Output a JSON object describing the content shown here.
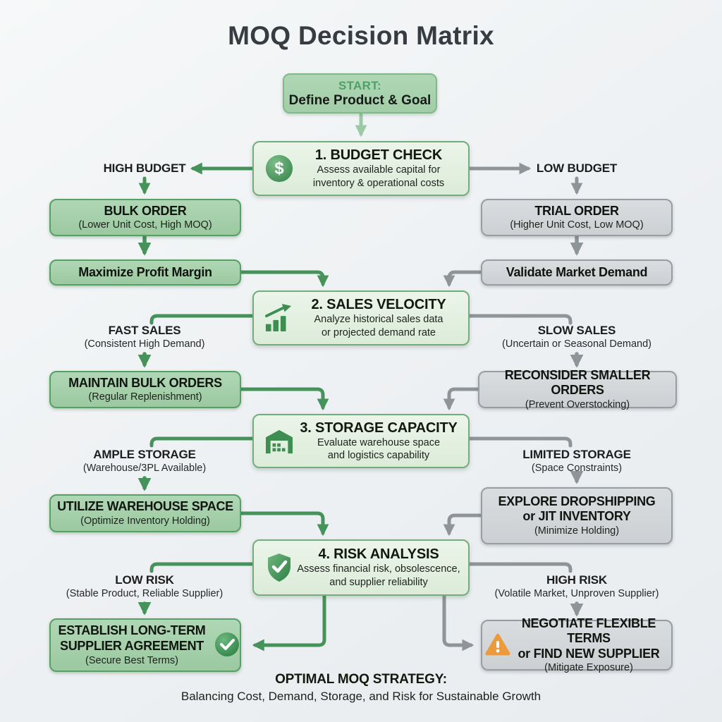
{
  "title": "MOQ Decision Matrix",
  "colors": {
    "green_accent": "#45935a",
    "green_light_fill": "#e4f1e2",
    "green_solid_fill": "#a6d1ab",
    "gray_accent": "#8f9498",
    "gray_fill": "#d3d6d9",
    "warning_orange": "#eb9a3d",
    "title_text": "#373c42"
  },
  "icons": {
    "budget_step": "dollar-circle-icon",
    "sales_step": "growth-chart-icon",
    "storage_step": "warehouse-icon",
    "risk_step": "shield-check-icon",
    "success_outcome": "check-circle-icon",
    "caution_outcome": "warning-triangle-icon"
  },
  "start_box": {
    "label": "START:",
    "text": "Define Product & Goal"
  },
  "budget": {
    "step": {
      "title": "1. BUDGET CHECK",
      "line1": "Assess available capital for",
      "line2": "inventory & operational costs"
    },
    "left": {
      "label": "HIGH BUDGET",
      "box": {
        "title": "BULK ORDER",
        "sub": "(Lower Unit Cost, High MOQ)"
      },
      "outcome": "Maximize Profit Margin"
    },
    "right": {
      "label": "LOW BUDGET",
      "box": {
        "title": "TRIAL ORDER",
        "sub": "(Higher Unit Cost, Low MOQ)"
      },
      "outcome": "Validate Market Demand"
    }
  },
  "sales": {
    "step": {
      "title": "2. SALES VELOCITY",
      "line1": "Analyze historical sales data",
      "line2": "or projected demand rate"
    },
    "left": {
      "label": "FAST SALES",
      "sub": "(Consistent High Demand)",
      "box": {
        "title": "MAINTAIN BULK ORDERS",
        "sub": "(Regular Replenishment)"
      }
    },
    "right": {
      "label": "SLOW SALES",
      "sub": "(Uncertain or Seasonal Demand)",
      "box": {
        "title": "RECONSIDER SMALLER ORDERS",
        "sub": "(Prevent Overstocking)"
      }
    }
  },
  "storage": {
    "step": {
      "title": "3. STORAGE CAPACITY",
      "line1": "Evaluate warehouse space",
      "line2": "and logistics capability"
    },
    "left": {
      "label": "AMPLE STORAGE",
      "sub": "(Warehouse/3PL Available)",
      "box": {
        "title": "UTILIZE WAREHOUSE SPACE",
        "sub": "(Optimize Inventory Holding)"
      }
    },
    "right": {
      "label": "LIMITED STORAGE",
      "sub": "(Space Constraints)",
      "box": {
        "line1": "EXPLORE DROPSHIPPING",
        "line2": "or JIT INVENTORY",
        "sub": "(Minimize Holding)"
      }
    }
  },
  "risk": {
    "step": {
      "title": "4. RISK ANALYSIS",
      "line1": "Assess financial risk, obsolescence,",
      "line2": "and supplier reliability"
    },
    "left": {
      "label": "LOW RISK",
      "sub": "(Stable Product, Reliable Supplier)",
      "box": {
        "line1": "ESTABLISH LONG-TERM",
        "line2": "SUPPLIER AGREEMENT",
        "sub": "(Secure Best Terms)"
      }
    },
    "right": {
      "label": "HIGH RISK",
      "sub": "(Volatile Market, Unproven Supplier)",
      "box": {
        "line1": "NEGOTIATE FLEXIBLE TERMS",
        "line2": "or FIND NEW SUPPLIER",
        "sub": "(Mitigate Exposure)"
      }
    }
  },
  "footer": {
    "title": "OPTIMAL MOQ STRATEGY:",
    "text": "Balancing Cost, Demand, Storage, and Risk for Sustainable Growth"
  }
}
